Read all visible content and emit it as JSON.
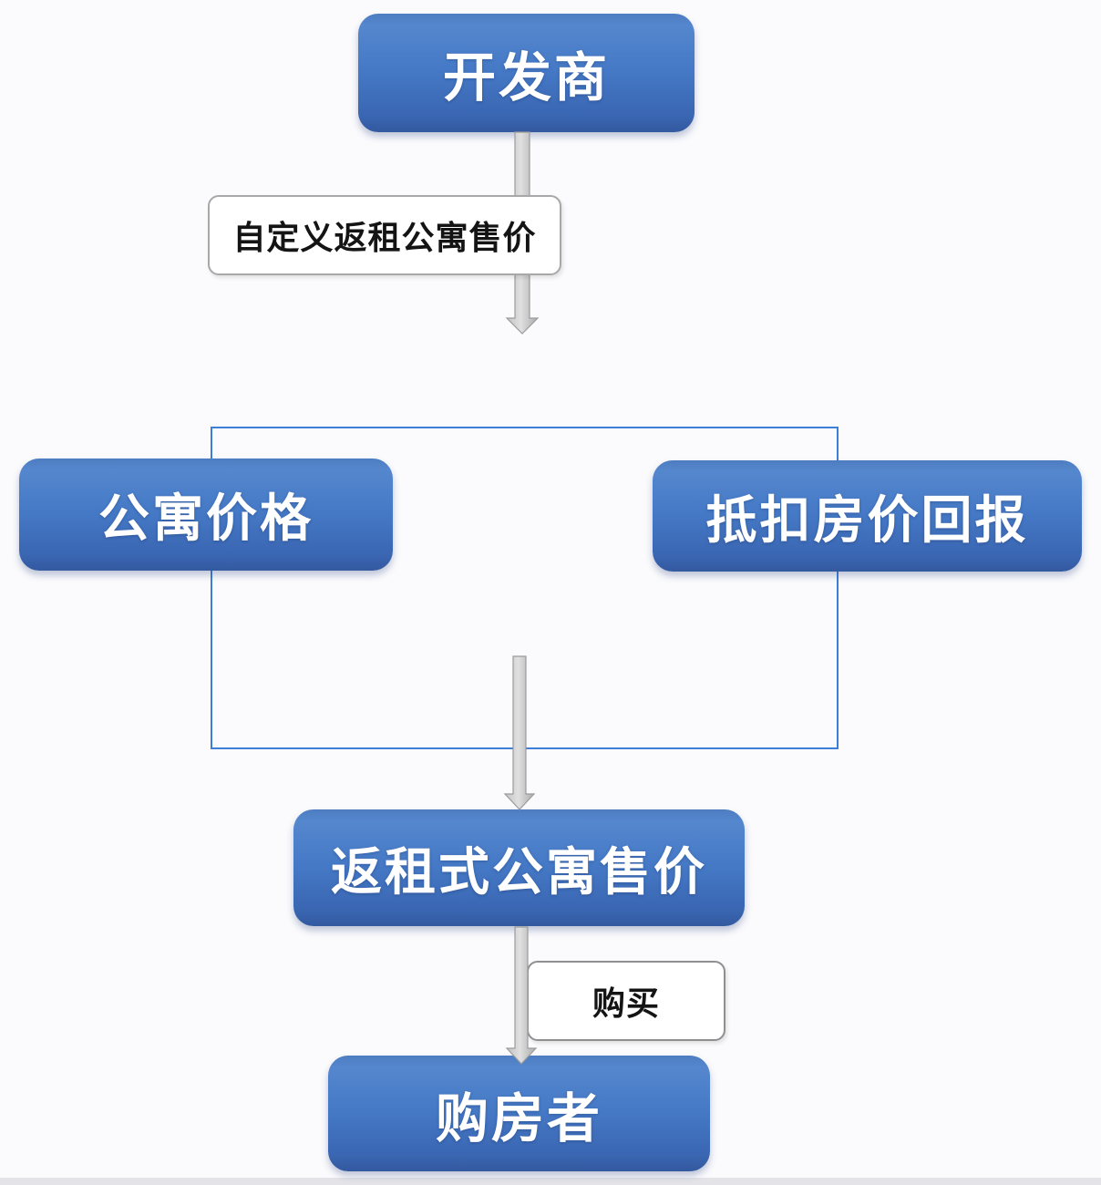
{
  "flowchart": {
    "nodes": {
      "developer": {
        "label": "开发商"
      },
      "apartmentPrice": {
        "label": "公寓价格"
      },
      "deductionReturn": {
        "label": "抵扣房价回报"
      },
      "rentbackPrice": {
        "label": "返租式公寓售价"
      },
      "buyer": {
        "label": "购房者"
      }
    },
    "edge_labels": {
      "customPrice": {
        "label": "自定义返租公寓售价"
      },
      "purchase": {
        "label": "购买"
      }
    },
    "colors": {
      "node_fill_top": "#5587ce",
      "node_fill_bottom": "#33599f",
      "node_text": "#ffffff",
      "connector_outline": "#3d7ed8",
      "arrow_fill": "#c9c9c9",
      "arrow_outline": "#9b9b9b",
      "edge_label_background": "#ffffff",
      "edge_label_border": "#a8a8a8",
      "edge_label_text": "#141414",
      "background": "#fbfbfd"
    }
  }
}
